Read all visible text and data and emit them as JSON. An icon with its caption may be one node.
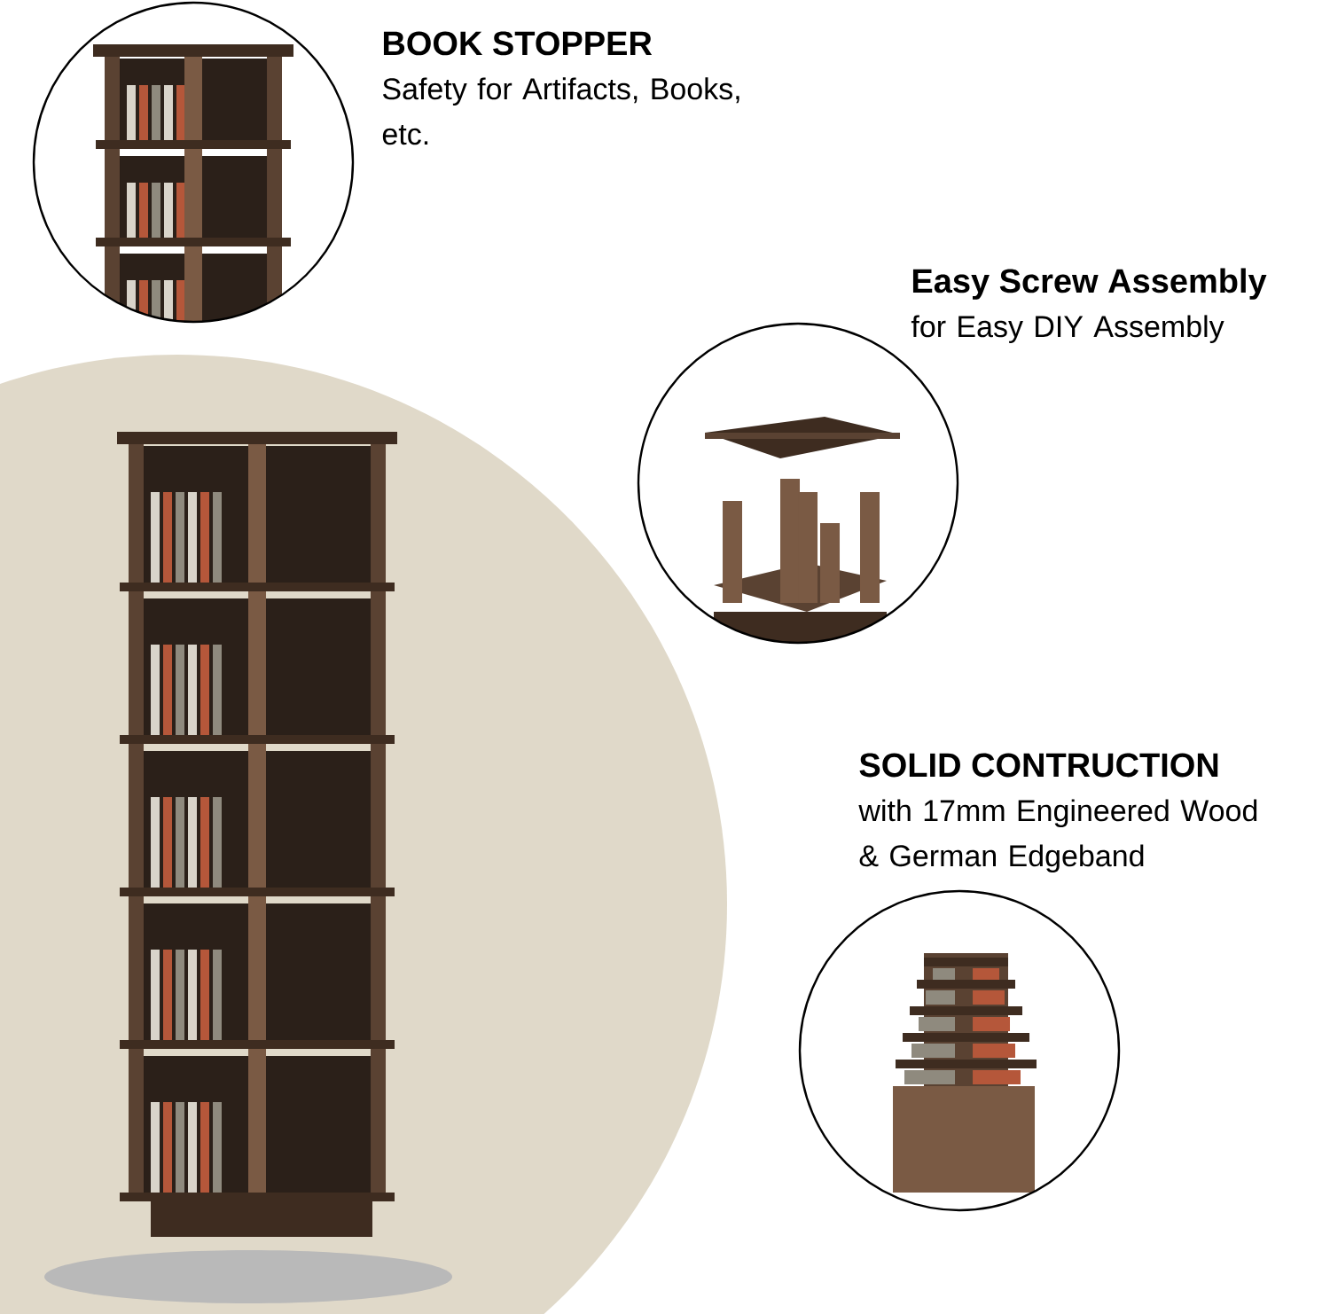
{
  "diagram": {
    "nodes": [
      {
        "text": [],
        "shape": "picture",
        "beside": [
          "BOOK STOPPER",
          "Safety for Artifacts, Books, etc."
        ]
      },
      {
        "text": [],
        "shape": "picture",
        "beside": [
          "Easy Screw Assembly",
          "for Easy DIY Assembly"
        ]
      },
      {
        "text": [],
        "shape": "picture",
        "beside": [
          "SOLID CONTRUCTION",
          "with 17mm Engineered Wood & German Edgeband"
        ]
      }
    ]
  }
}
